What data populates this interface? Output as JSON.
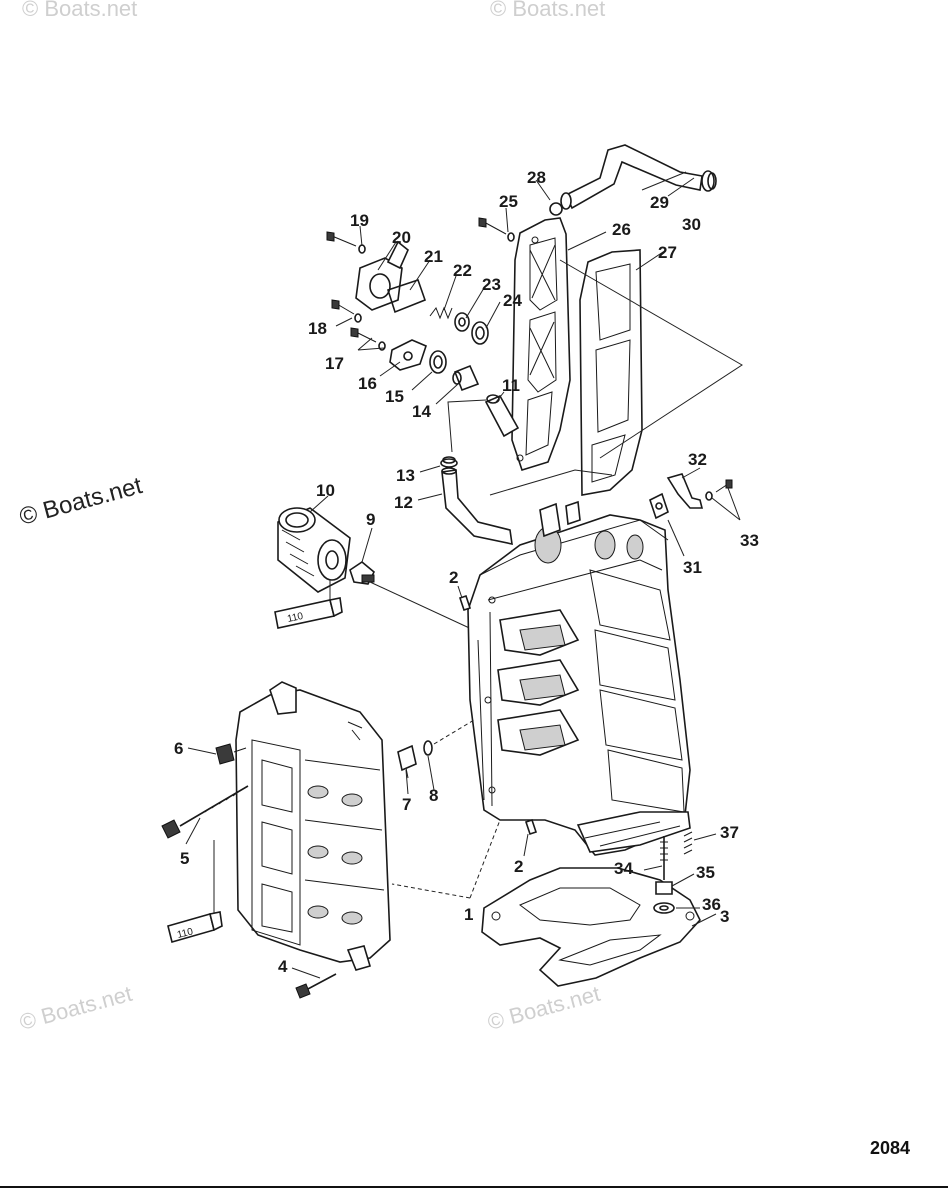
{
  "watermarks": {
    "top_left": "© Boats.net",
    "top_center": "© Boats.net",
    "left_middle": "© Boats.net",
    "bottom_left": "© Boats.net",
    "bottom_center": "© Boats.net"
  },
  "diagram_number": "2084",
  "tube_labels": {
    "upper": "110",
    "lower": "110"
  },
  "callouts": {
    "c1": "1",
    "c2a": "2",
    "c2b": "2",
    "c3": "3",
    "c4": "4",
    "c5": "5",
    "c6": "6",
    "c7": "7",
    "c8": "8",
    "c9": "9",
    "c10": "10",
    "c11": "11",
    "c12": "12",
    "c13": "13",
    "c14": "14",
    "c15": "15",
    "c16": "16",
    "c17": "17",
    "c18": "18",
    "c19": "19",
    "c20": "20",
    "c21": "21",
    "c22": "22",
    "c23": "23",
    "c24": "24",
    "c25": "25",
    "c26": "26",
    "c27": "27",
    "c28": "28",
    "c29": "29",
    "c30": "30",
    "c31": "31",
    "c32": "32",
    "c33": "33",
    "c34": "34",
    "c35": "35",
    "c36": "36",
    "c37": "37"
  }
}
